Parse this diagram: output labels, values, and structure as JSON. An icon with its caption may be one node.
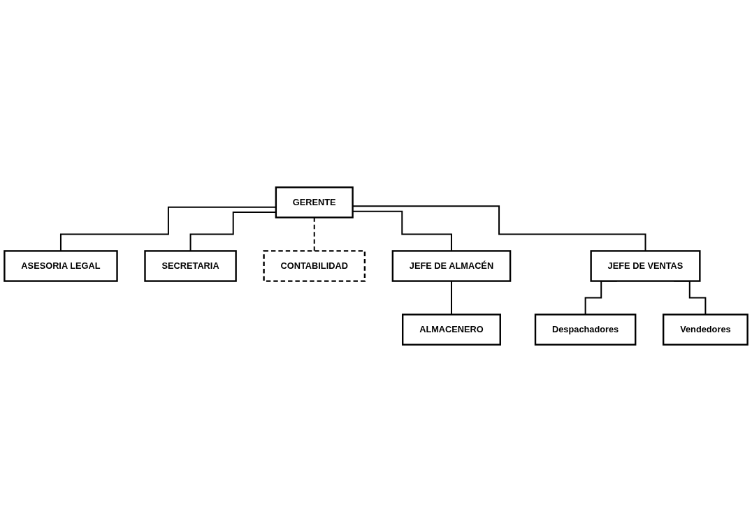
{
  "diagram": {
    "nodes": [
      {
        "text": [
          "GERENTE"
        ]
      },
      {
        "text": [
          "ASESORIA LEGAL"
        ]
      },
      {
        "text": [
          "SECRETARIA"
        ]
      },
      {
        "text": [
          "CONTABILIDAD"
        ]
      },
      {
        "text": [
          "JEFE DE ALMACÉN"
        ]
      },
      {
        "text": [
          "JEFE DE VENTAS"
        ]
      },
      {
        "text": [
          "ALMACENERO"
        ]
      },
      {
        "text": [
          "Despachadores"
        ]
      },
      {
        "text": [
          "Vendedores"
        ]
      }
    ],
    "edges": [
      {
        "from": 0,
        "to": 1,
        "arrow": "none"
      },
      {
        "from": 0,
        "to": 2,
        "arrow": "none"
      },
      {
        "from": 0,
        "to": 3,
        "arrow": "none",
        "style": "dashed"
      },
      {
        "from": 0,
        "to": 4,
        "arrow": "none"
      },
      {
        "from": 0,
        "to": 5,
        "arrow": "none"
      },
      {
        "from": 4,
        "to": 6,
        "arrow": "none"
      },
      {
        "from": 5,
        "to": 7,
        "arrow": "none"
      },
      {
        "from": 5,
        "to": 8,
        "arrow": "none"
      }
    ]
  }
}
